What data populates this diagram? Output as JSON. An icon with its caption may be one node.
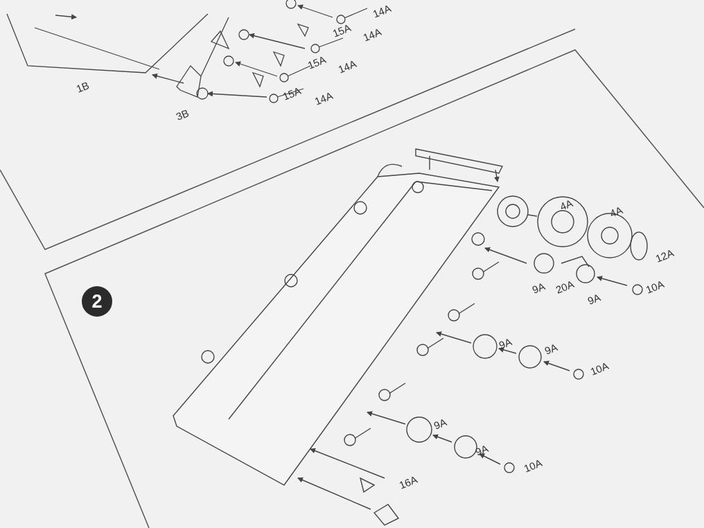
{
  "diagram": {
    "labels": [
      "14A",
      "15A",
      "14A",
      "15A",
      "14A",
      "15A",
      "14A",
      "1B",
      "3B",
      "2",
      "4A",
      "4A",
      "12A",
      "9A",
      "20A",
      "9A",
      "10A",
      "9A",
      "9A",
      "10A",
      "9A",
      "9A",
      "10A",
      "16A"
    ]
  }
}
